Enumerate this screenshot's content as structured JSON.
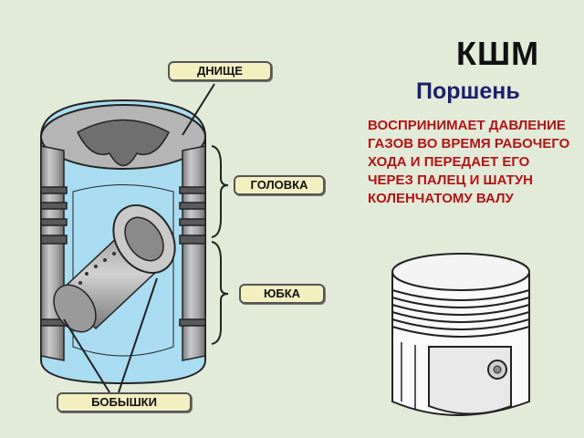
{
  "title": "КШМ",
  "subtitle": "Поршень",
  "description": "ВОСПРИНИМАЕТ ДАВЛЕНИЕ ГАЗОВ ВО ВРЕМЯ РАБОЧЕГО ХОДА И ПЕРЕДАЕТ ЕГО ЧЕРЕЗ ПАЛЕЦ И ШАТУН КОЛЕНЧАТОМУ ВАЛУ",
  "labels": {
    "crown": "ДНИЩЕ",
    "head": "ГОЛОВКА",
    "skirt": "ЮБКА",
    "bosses": "БОБЫШКИ"
  },
  "colors": {
    "background": "#e2ead8",
    "section": "#a9dcf0",
    "metal": "#9c9c9c",
    "title": "#111111",
    "subtitle": "#1a1f6e",
    "description": "#b01515",
    "label_bg": "#f3efc0"
  }
}
